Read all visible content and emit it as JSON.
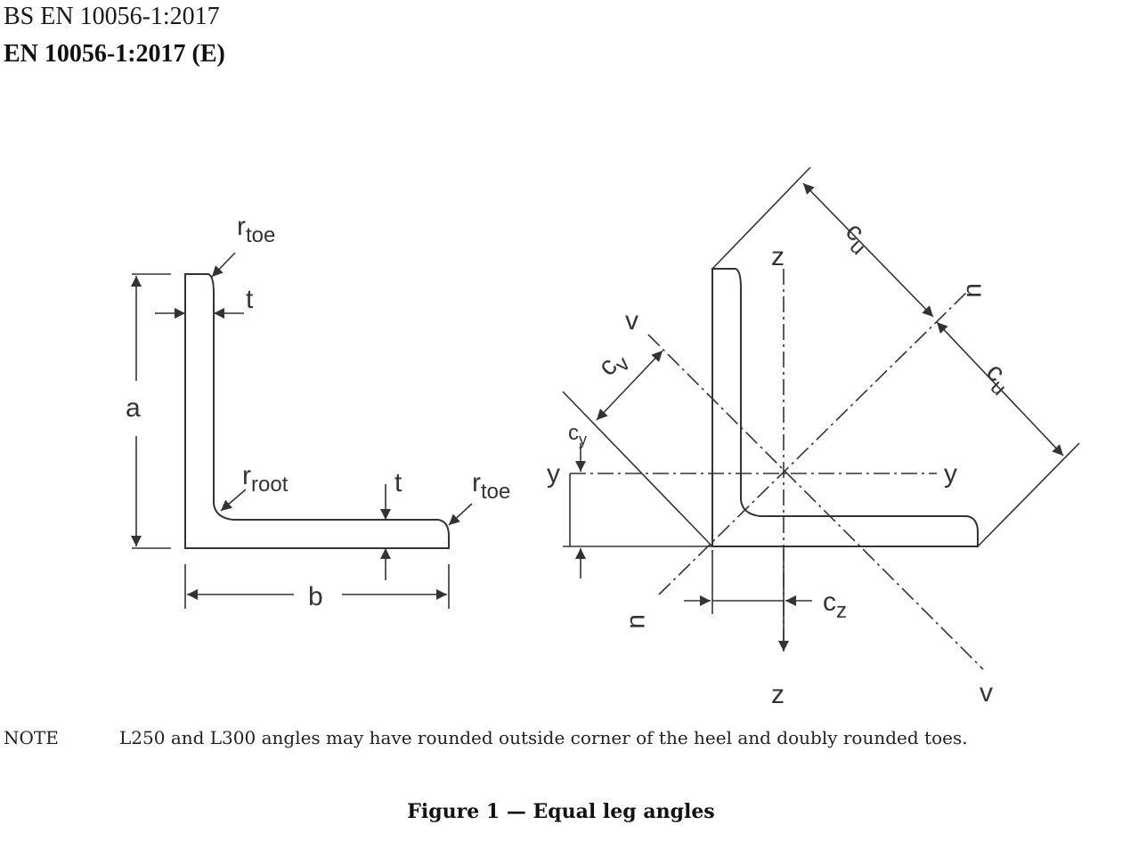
{
  "header": {
    "standard_id": "BS EN 10056-1:2017",
    "standard_edition": "EN 10056-1:2017 (E)"
  },
  "figure": {
    "left_labels": {
      "r": "r",
      "toe": "toe",
      "root": "root",
      "t": "t",
      "a": "a",
      "b": "b"
    },
    "right_labels": {
      "z": "z",
      "y": "y",
      "u": "u",
      "v": "v",
      "c": "c",
      "sub_u": "u",
      "sub_v": "v",
      "sub_y": "y",
      "sub_z": "z"
    }
  },
  "note": {
    "label": "NOTE",
    "text": "L250 and L300 angles may have rounded outside corner of the heel and doubly rounded toes."
  },
  "caption": "Figure 1 — Equal leg angles"
}
